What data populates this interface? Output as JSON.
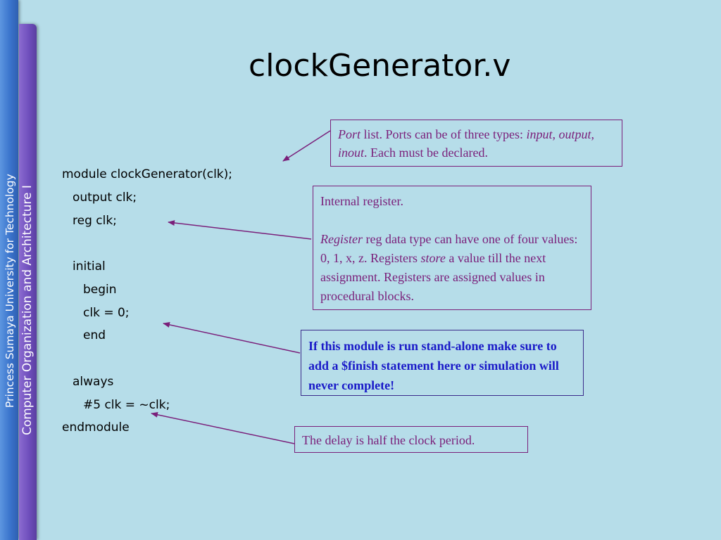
{
  "sidebar": {
    "university": "Princess Sumaya University for Technology",
    "course": "Computer Organization and Architecture I"
  },
  "slide": {
    "title": "clockGenerator.v"
  },
  "code": {
    "lines": [
      "module clockGenerator(clk);",
      "output clk;",
      "reg clk;",
      "initial",
      "begin",
      "clk = 0;",
      "end",
      "always",
      "#5 clk = ~clk;",
      "endmodule"
    ]
  },
  "notes": {
    "ports": {
      "port_italic": "Port",
      "text1": " list. Ports can be of three types: ",
      "input": "input",
      "comma1": ",",
      "output": "output",
      "comma2": ", ",
      "inout": "inout",
      "text2": ". Each must be declared."
    },
    "register": {
      "line1": "Internal register.",
      "register_italic": "Register",
      "text1": " reg data type can have one of four values: 0, 1, x, z. Registers ",
      "store_italic": "store",
      "text2": " a value till the next assignment. Registers are assigned values in procedural blocks."
    },
    "finish": "If this module is run stand-alone make sure to add a $finish statement here or simulation will never complete!",
    "delay": "The delay is half the clock period."
  },
  "colors": {
    "background": "#b6dde9",
    "note_text": "#7a1f7a",
    "bold_note_text": "#1a1ac8",
    "sidebar_blue": "#3a74cc",
    "sidebar_purple": "#6f4fbd"
  }
}
